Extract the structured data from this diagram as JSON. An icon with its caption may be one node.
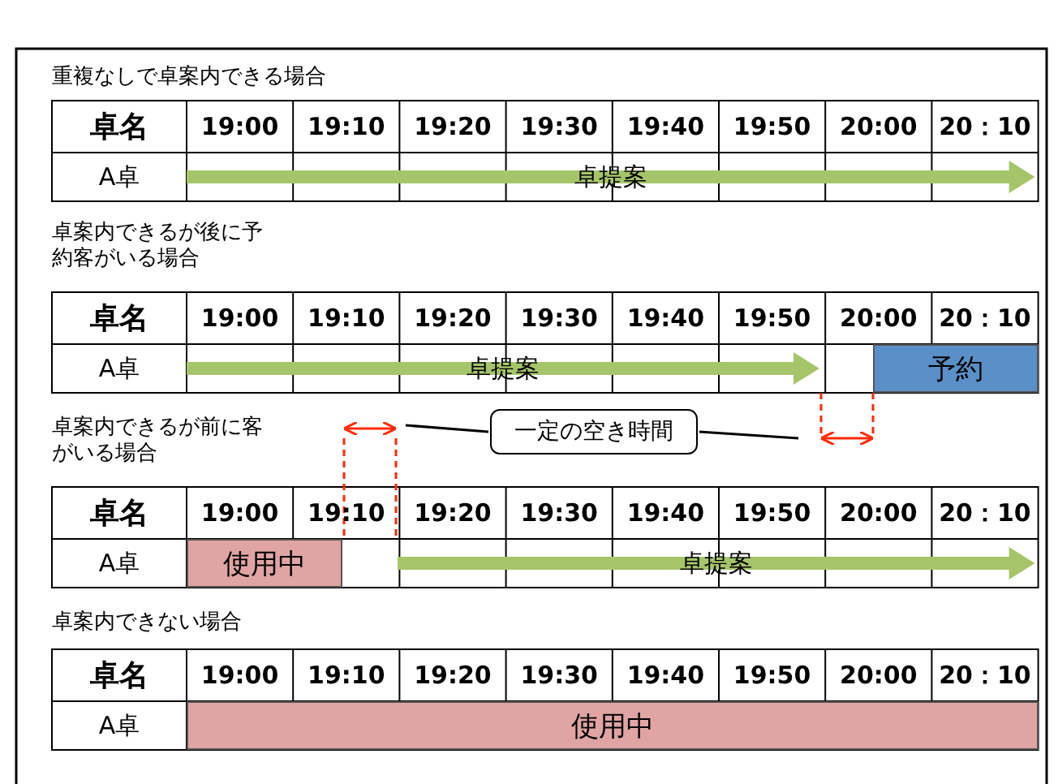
{
  "diagram": {
    "nodes": [
      {
        "text": [
          "卓提案"
        ]
      },
      {
        "text": [
          "卓提案"
        ]
      },
      {
        "text": [
          "予約"
        ]
      },
      {
        "text": [
          "一定の空き時間"
        ]
      },
      {
        "text": [
          "使用中"
        ]
      },
      {
        "text": [
          "卓提案"
        ]
      },
      {
        "text": [
          "使用中"
        ]
      }
    ],
    "edges": [
      {
        "from": 3,
        "to": null,
        "arrow": "none"
      },
      {
        "from": 3,
        "to": null,
        "arrow": "none"
      }
    ],
    "labels": [
      "重複なしで卓案内できる場合",
      "卓名",
      "19:00",
      "19:10",
      "19:20",
      "19:30",
      "19:40",
      "19:50",
      "20:00",
      "20：10",
      "A卓",
      "卓案内できるが後に予約客がいる場合",
      "卓名",
      "19:00",
      "19:10",
      "19:20",
      "19:30",
      "19:40",
      "19:50",
      "20:00",
      "20：10",
      "A卓",
      "卓案内できるが前に客がいる場合",
      "卓名",
      "19:00",
      "19:10",
      "19:20",
      "19:30",
      "19:40",
      "19:50",
      "20:00",
      "20：10",
      "A卓",
      "卓案内できない場合",
      "卓名",
      "19:00",
      "19:10",
      "19:20",
      "19:30",
      "19:40",
      "19:50",
      "20:00",
      "20：10",
      "A卓"
    ]
  }
}
